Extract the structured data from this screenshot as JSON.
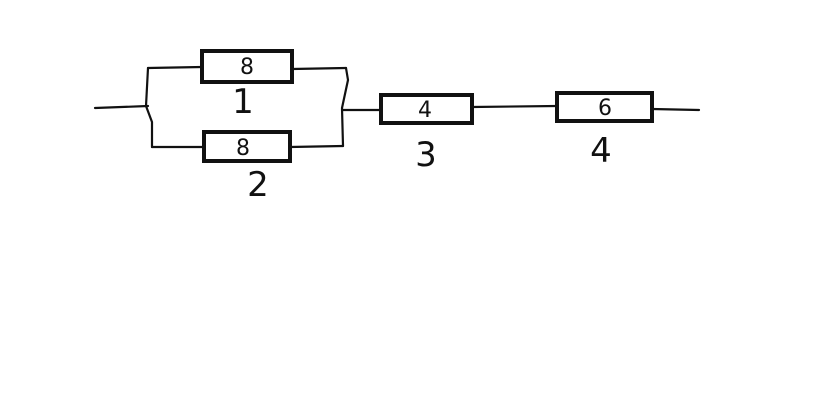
{
  "diagram": {
    "resistors": [
      {
        "label": "1",
        "value": "8"
      },
      {
        "label": "2",
        "value": "8"
      },
      {
        "label": "3",
        "value": "4"
      },
      {
        "label": "4",
        "value": "6"
      }
    ]
  }
}
